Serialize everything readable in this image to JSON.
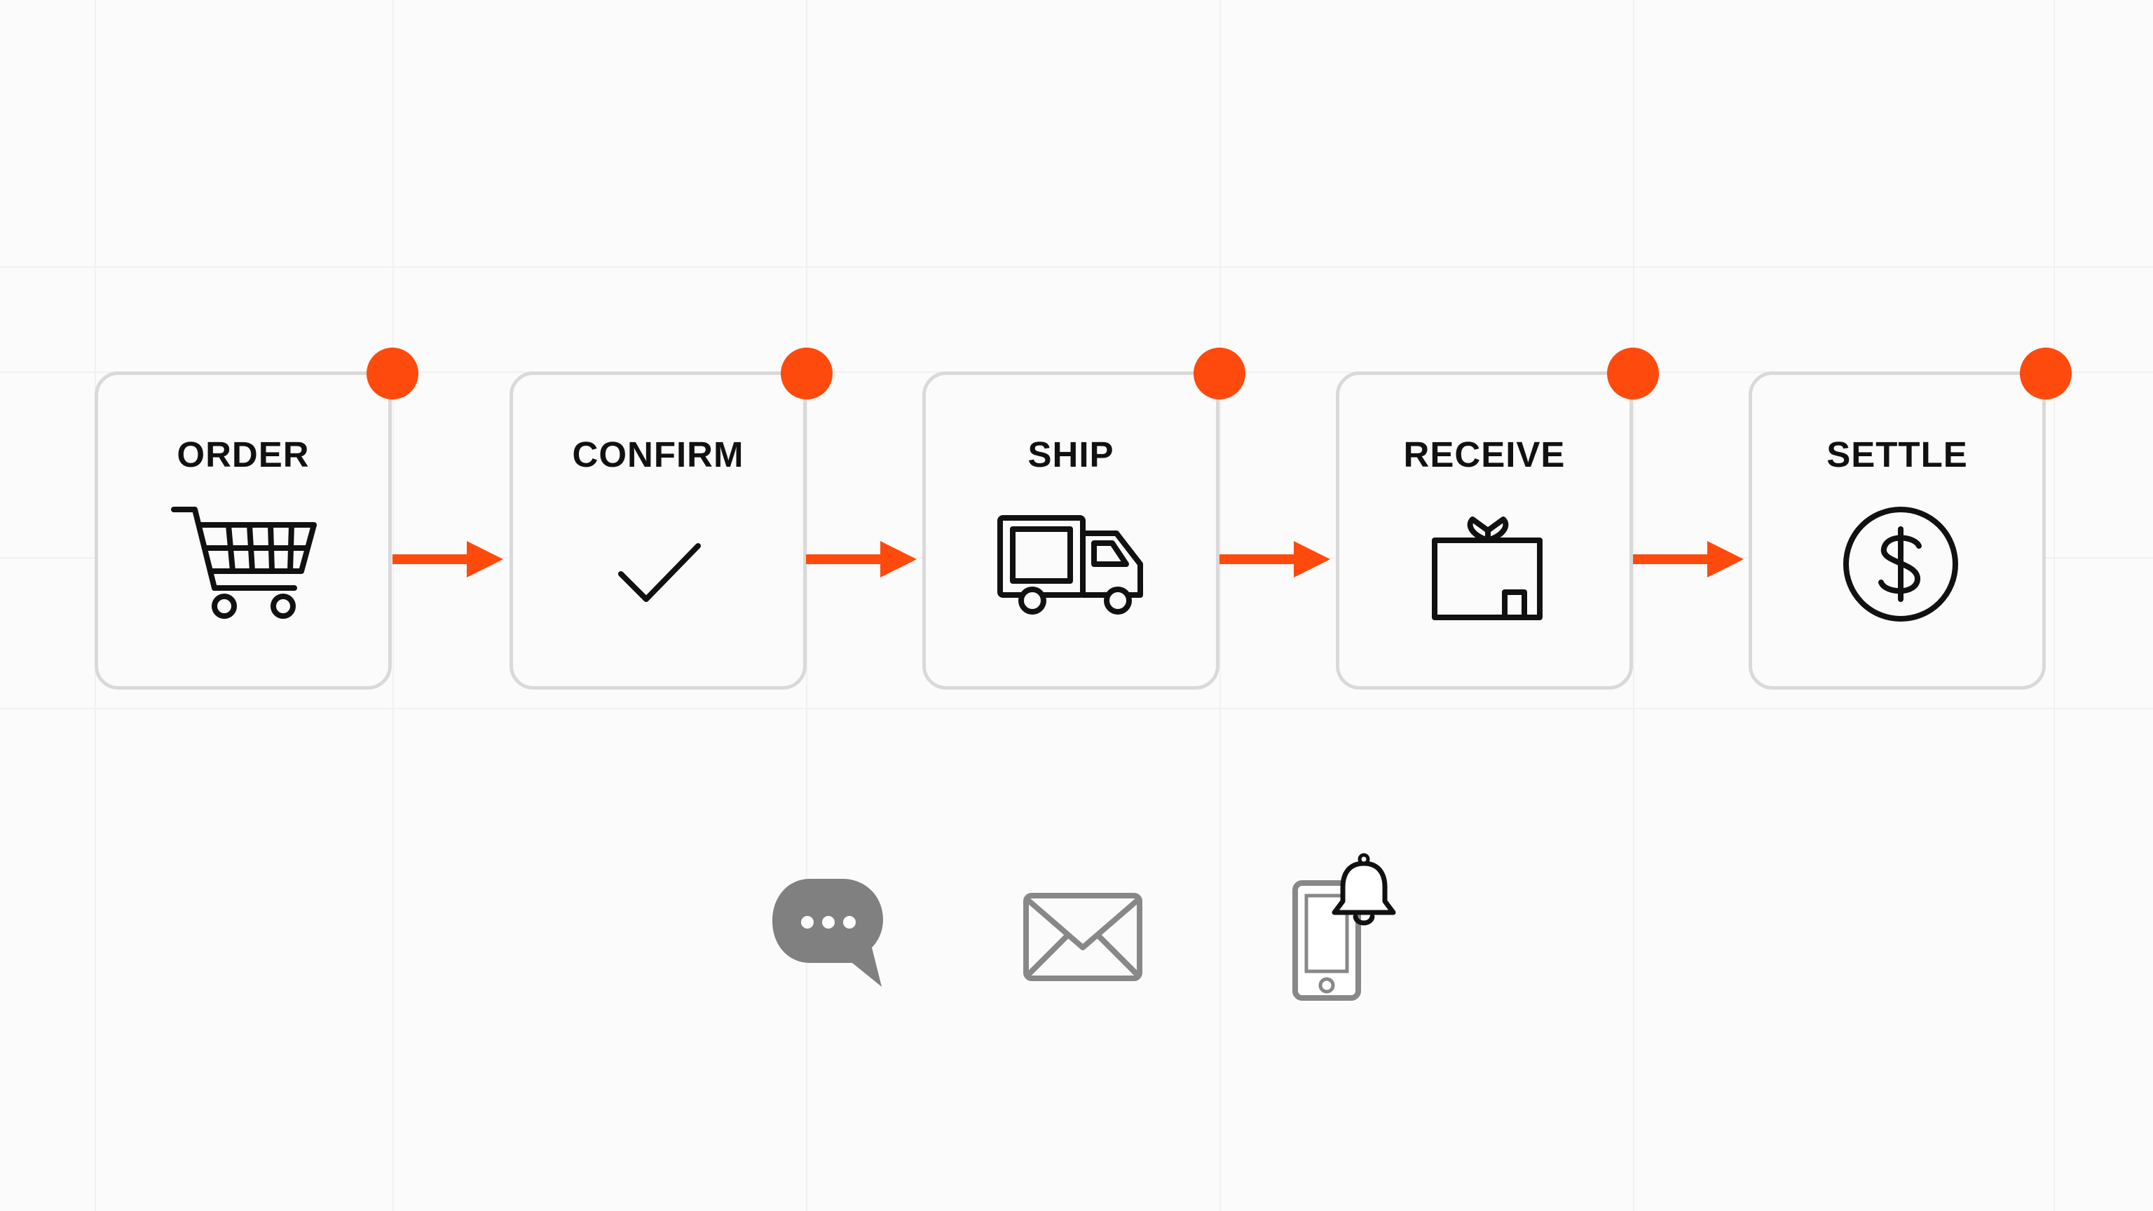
{
  "diagram": {
    "accent_color": "#ff4a0d",
    "steps": [
      {
        "label": "ORDER",
        "icon": "shopping-cart-icon"
      },
      {
        "label": "CONFIRM",
        "icon": "checkmark-icon"
      },
      {
        "label": "SHIP",
        "icon": "delivery-truck-icon"
      },
      {
        "label": "RECEIVE",
        "icon": "package-box-icon"
      },
      {
        "label": "SETTLE",
        "icon": "dollar-coin-icon"
      }
    ],
    "channels": [
      {
        "icon": "chat-bubble-icon"
      },
      {
        "icon": "email-envelope-icon"
      },
      {
        "icon": "phone-notification-icon"
      }
    ]
  }
}
